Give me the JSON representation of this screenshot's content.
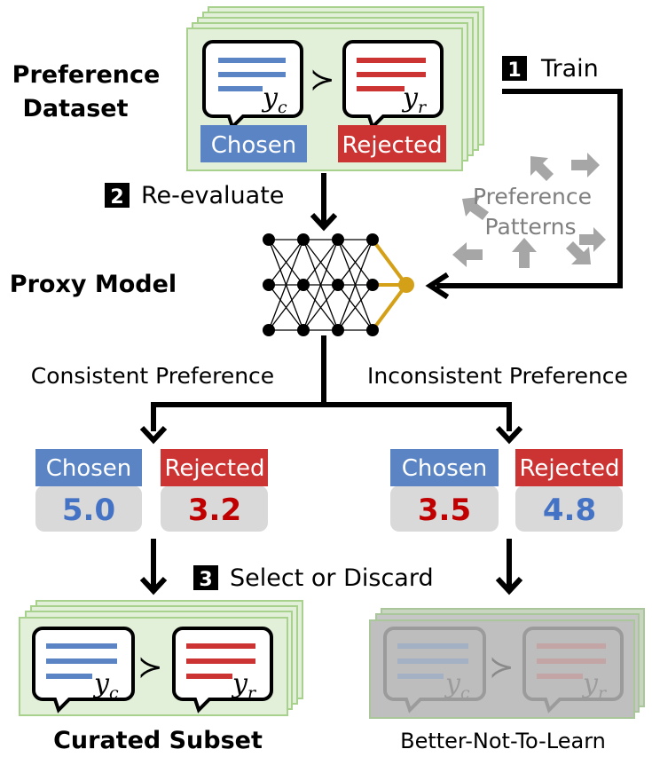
{
  "labels": {
    "preference_dataset_line1": "Preference",
    "preference_dataset_line2": "Dataset",
    "proxy_model": "Proxy Model",
    "curated_subset": "Curated Subset",
    "better_not_to_learn": "Better-Not-To-Learn",
    "consistent": "Consistent Preference",
    "inconsistent": "Inconsistent Preference",
    "preference_patterns_line1": "Preference",
    "preference_patterns_line2": "Patterns"
  },
  "steps": [
    {
      "num": "1",
      "label": "Train"
    },
    {
      "num": "2",
      "label": "Re-evaluate"
    },
    {
      "num": "3",
      "label": "Select or Discard"
    }
  ],
  "dataset": {
    "chosen_label": "Chosen",
    "rejected_label": "Rejected",
    "yc_base": "y",
    "yc_sub": "c",
    "yr_base": "y",
    "yr_sub": "r",
    "succ": "≻"
  },
  "scores": {
    "consistent": {
      "chosen_label": "Chosen",
      "chosen_value": "5.0",
      "rejected_label": "Rejected",
      "rejected_value": "3.2"
    },
    "inconsistent": {
      "chosen_label": "Chosen",
      "chosen_value": "3.5",
      "rejected_label": "Rejected",
      "rejected_value": "4.8"
    }
  },
  "colors": {
    "blue": "#5b84c4",
    "red": "#cc3333",
    "green_fill": "#e2f0d9",
    "green_edge": "#a9d18e",
    "gray_box": "#d9d9d9",
    "gray_dark": "#a6a6a6",
    "gold": "#d4a017",
    "score_blue": "#4472c4",
    "score_red": "#c00000"
  }
}
